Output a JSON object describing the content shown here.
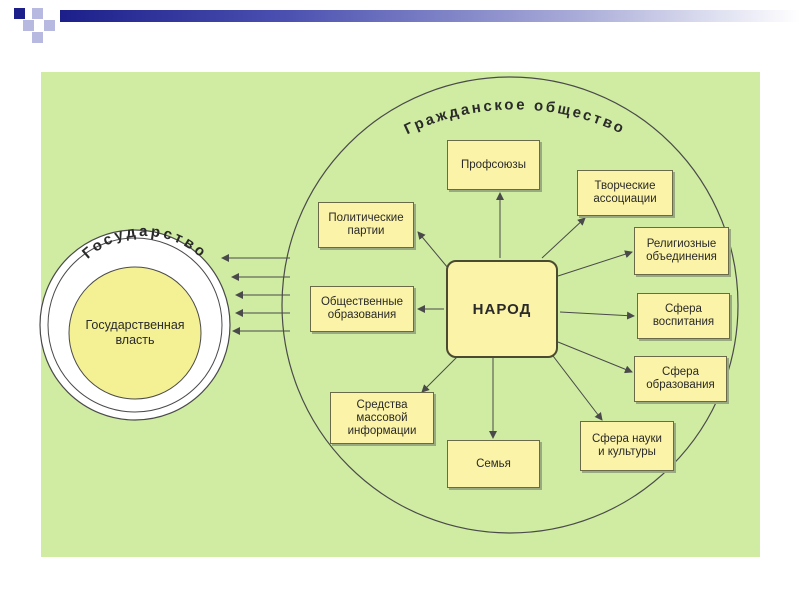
{
  "diagram": {
    "civil_society_label": "Гражданское общество",
    "state_label": "Государство",
    "state_power_label": "Государственная\nвласть",
    "center_label": "НАРОД",
    "nodes": {
      "profsoyuzy": "Профсоюзы",
      "tvorcheskie": "Творческие\nассоциации",
      "politicheskie": "Политические\nпартии",
      "religioznye": "Религиозные\nобъединения",
      "obshchestvennye": "Общественные\nобразования",
      "sfera_vospitaniya": "Сфера\nвоспитания",
      "sfera_obrazovaniya": "Сфера\nобразования",
      "smi": "Средства\nмассовой\nинформации",
      "semya": "Семья",
      "sfera_nauki": "Сфера  науки\nи  культуры"
    }
  },
  "colors": {
    "panel": "#cfeca2",
    "box_fill": "#fbf3a7",
    "inner_circle": "#f4f094",
    "line": "#4a4a4a",
    "header_bar": "#1c1f8a"
  }
}
